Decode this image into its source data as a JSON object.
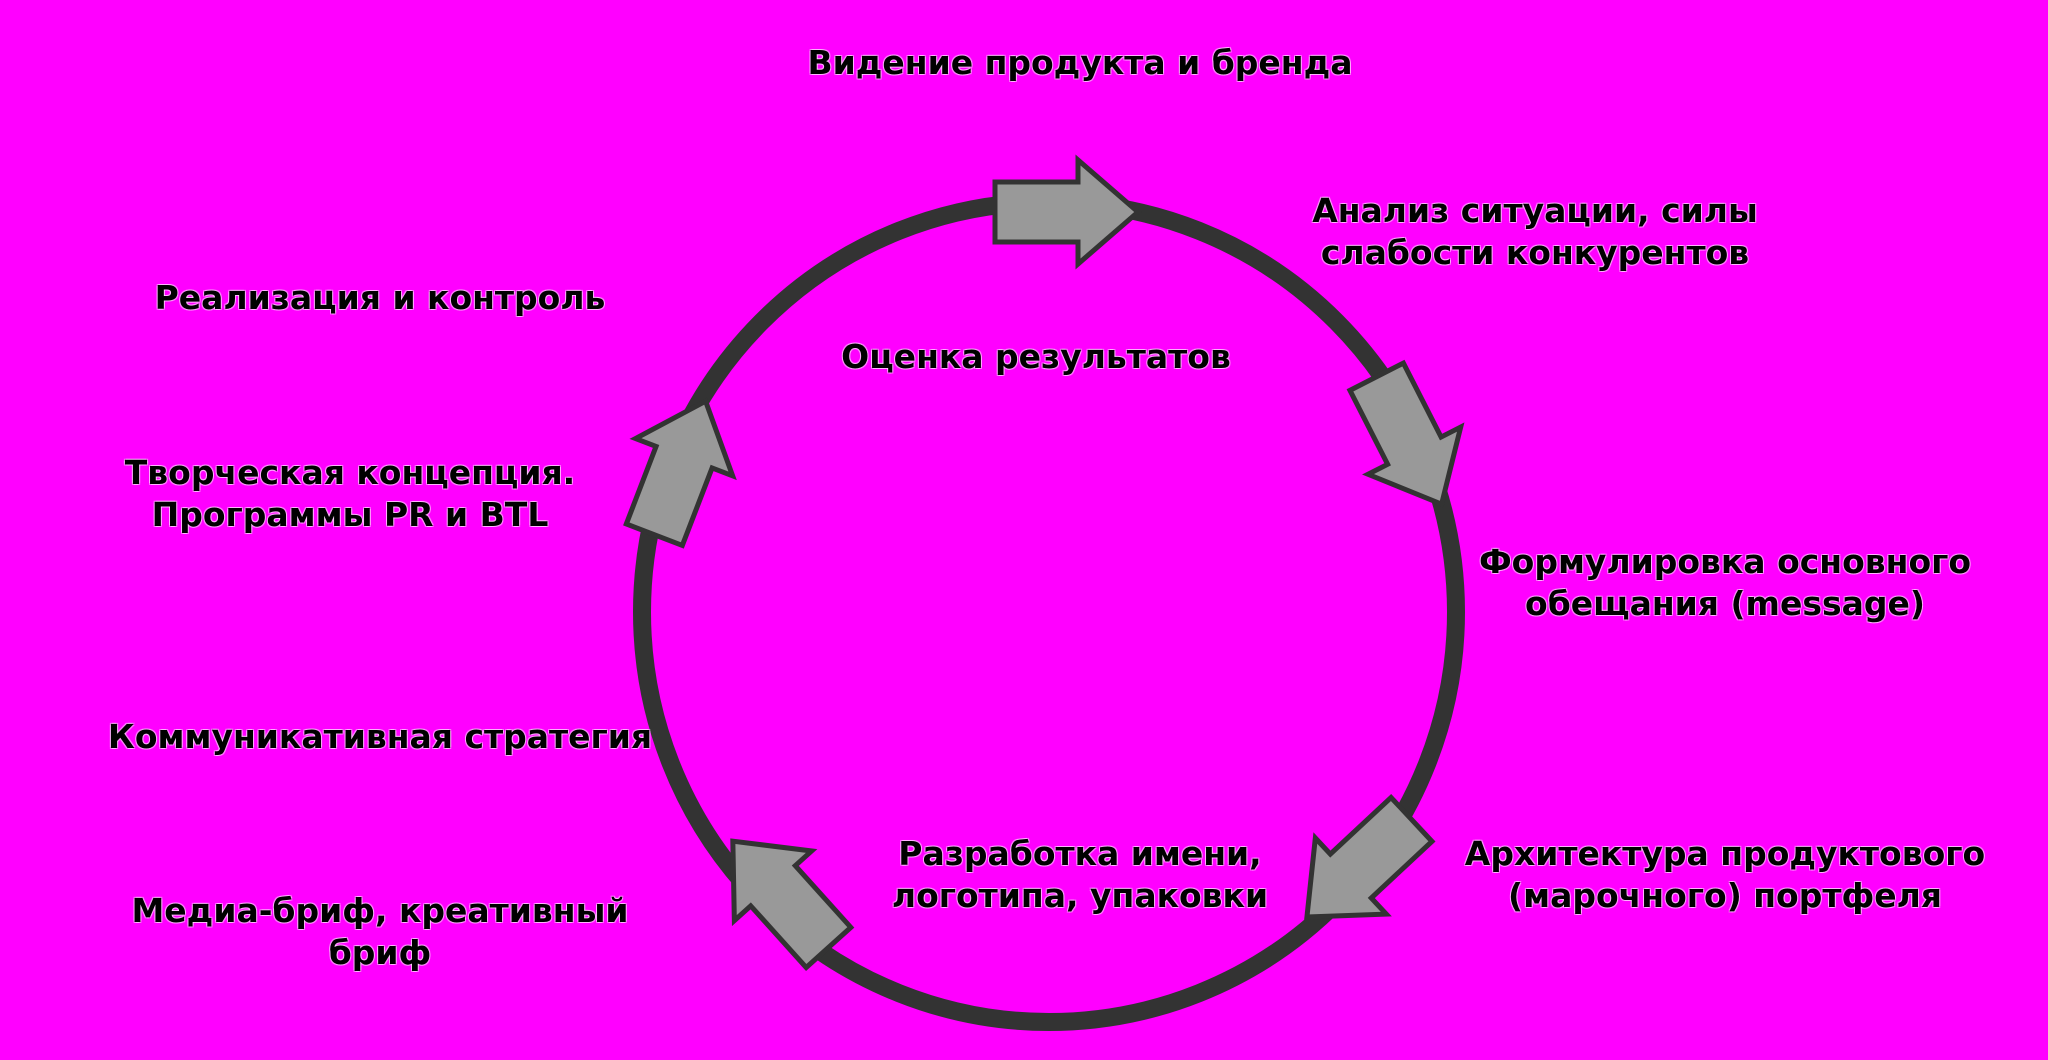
{
  "colors": {
    "background": "#ff00ff",
    "ring": "#333333",
    "arrow_fill": "#999999",
    "arrow_stroke": "#333333",
    "text": "#000000"
  },
  "labels": {
    "vision": [
      "Видение продукта и бренда"
    ],
    "analysis": [
      "Анализ ситуации, силы",
      "слабости конкурентов"
    ],
    "message": [
      "Формулировка основного",
      "обещания (message)"
    ],
    "architecture": [
      "Архитектура продуктового",
      "(марочного)  портфеля"
    ],
    "naming": [
      "Разработка имени,",
      "логотипа, упаковки"
    ],
    "brief": [
      "Медиа-бриф, креативный",
      "бриф"
    ],
    "strategy": [
      "Коммуникативная стратегия"
    ],
    "concept": [
      "Творческая концепция.",
      "Программы PR и BTL"
    ],
    "implementation": [
      "Реализация и  контроль"
    ],
    "evaluation": [
      "Оценка результатов"
    ]
  },
  "arrows": [
    {
      "name": "arrow-top-right",
      "icon": "right-arrow-icon"
    },
    {
      "name": "arrow-right-upper",
      "icon": "down-right-arrow-icon"
    },
    {
      "name": "arrow-right-lower",
      "icon": "down-left-arrow-icon"
    },
    {
      "name": "arrow-bottom-left",
      "icon": "up-left-arrow-icon"
    },
    {
      "name": "arrow-left-upper",
      "icon": "up-arrow-icon"
    }
  ]
}
